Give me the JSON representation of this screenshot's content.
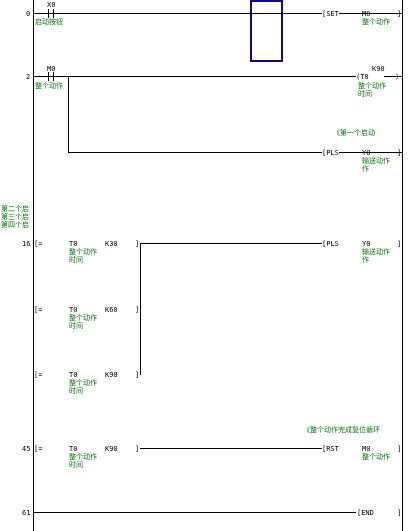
{
  "rungs": {
    "r0": {
      "step": "0",
      "contact_device": "X0",
      "contact_comment": "启动按钮",
      "coil_instruction": "[SET",
      "coil_device": "M0",
      "coil_comment": "整个动作"
    },
    "r2": {
      "step": "2",
      "contact_device": "M0",
      "contact_comment": "整个动作",
      "timer_instruction": "(T0",
      "timer_const": "K90",
      "timer_comment_1": "整个动作",
      "timer_comment_2": "时间",
      "note": "《第一个启动",
      "pls_instruction": "[PLS",
      "pls_device": "Y0",
      "pls_comment_1": "输送动作",
      "pls_comment_2": "作"
    },
    "side_notes": [
      "第二个启",
      "第三个启",
      "第四个启"
    ],
    "r16": {
      "step": "16",
      "compare_lines": [
        {
          "bracket": "[=",
          "device": "T0",
          "const": "K30",
          "comment_1": "整个动作",
          "comment_2": "时间"
        },
        {
          "bracket": "[=",
          "device": "T0",
          "const": "K60",
          "comment_1": "整个动作",
          "comment_2": "时间"
        },
        {
          "bracket": "[=",
          "device": "T0",
          "const": "K90",
          "comment_1": "整个动作",
          "comment_2": "时间"
        }
      ],
      "pls_instruction": "[PLS",
      "pls_device": "Y0",
      "pls_comment_1": "输送动作",
      "pls_comment_2": "作"
    },
    "r45": {
      "step": "45",
      "note": "《整个动作完成复位循环",
      "bracket": "[=",
      "device": "T0",
      "const": "K90",
      "comment_1": "整个动作",
      "comment_2": "时间",
      "rst_instruction": "[RST",
      "rst_device": "M0",
      "rst_comment": "整个动作"
    },
    "r61": {
      "step": "61",
      "end_instruction": "[END"
    }
  }
}
